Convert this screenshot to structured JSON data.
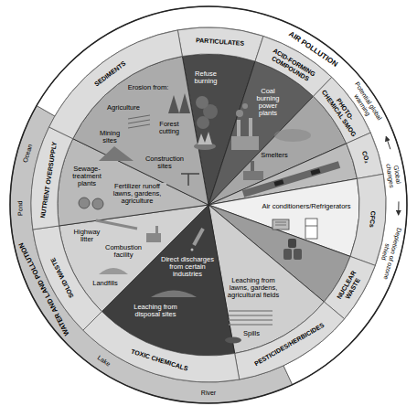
{
  "diagram": {
    "labels": [
      "AIR POLLUTION",
      "PARTICULATES",
      "ACID-FORMING COMPOUNDS",
      "PHOTO-CHEMICAL SMOG",
      "CO₂",
      "Potential global warming",
      "Global changes",
      "Depletion of ozone shield",
      "CFCs",
      "NUCLEAR WASTE",
      "PESTICIDES/HERBICIDES",
      "TOXIC CHEMICALS",
      "SOLID WASTE",
      "NUTRIENT OVERSUPPLY",
      "SEDIMENTS",
      "WATER AND LAND POLLUTION",
      "Ocean",
      "Pond",
      "Lake",
      "River",
      "Erosion from:",
      "Agriculture",
      "Forest cutting",
      "Construction sites",
      "Mining sites",
      "Refuse burning",
      "Coal burning power plants",
      "Smelters",
      "Air conditioners/Refrigerators",
      "Sewage-treatment plants",
      "Fertilizer runoff lawns, gardens, agriculture",
      "Highway litter",
      "Combustion facility",
      "Landfills",
      "Direct discharges from certain industries",
      "Leaching from disposal sites",
      "Leaching from lawns, gardens, agricultural fields",
      "Spills"
    ]
  }
}
